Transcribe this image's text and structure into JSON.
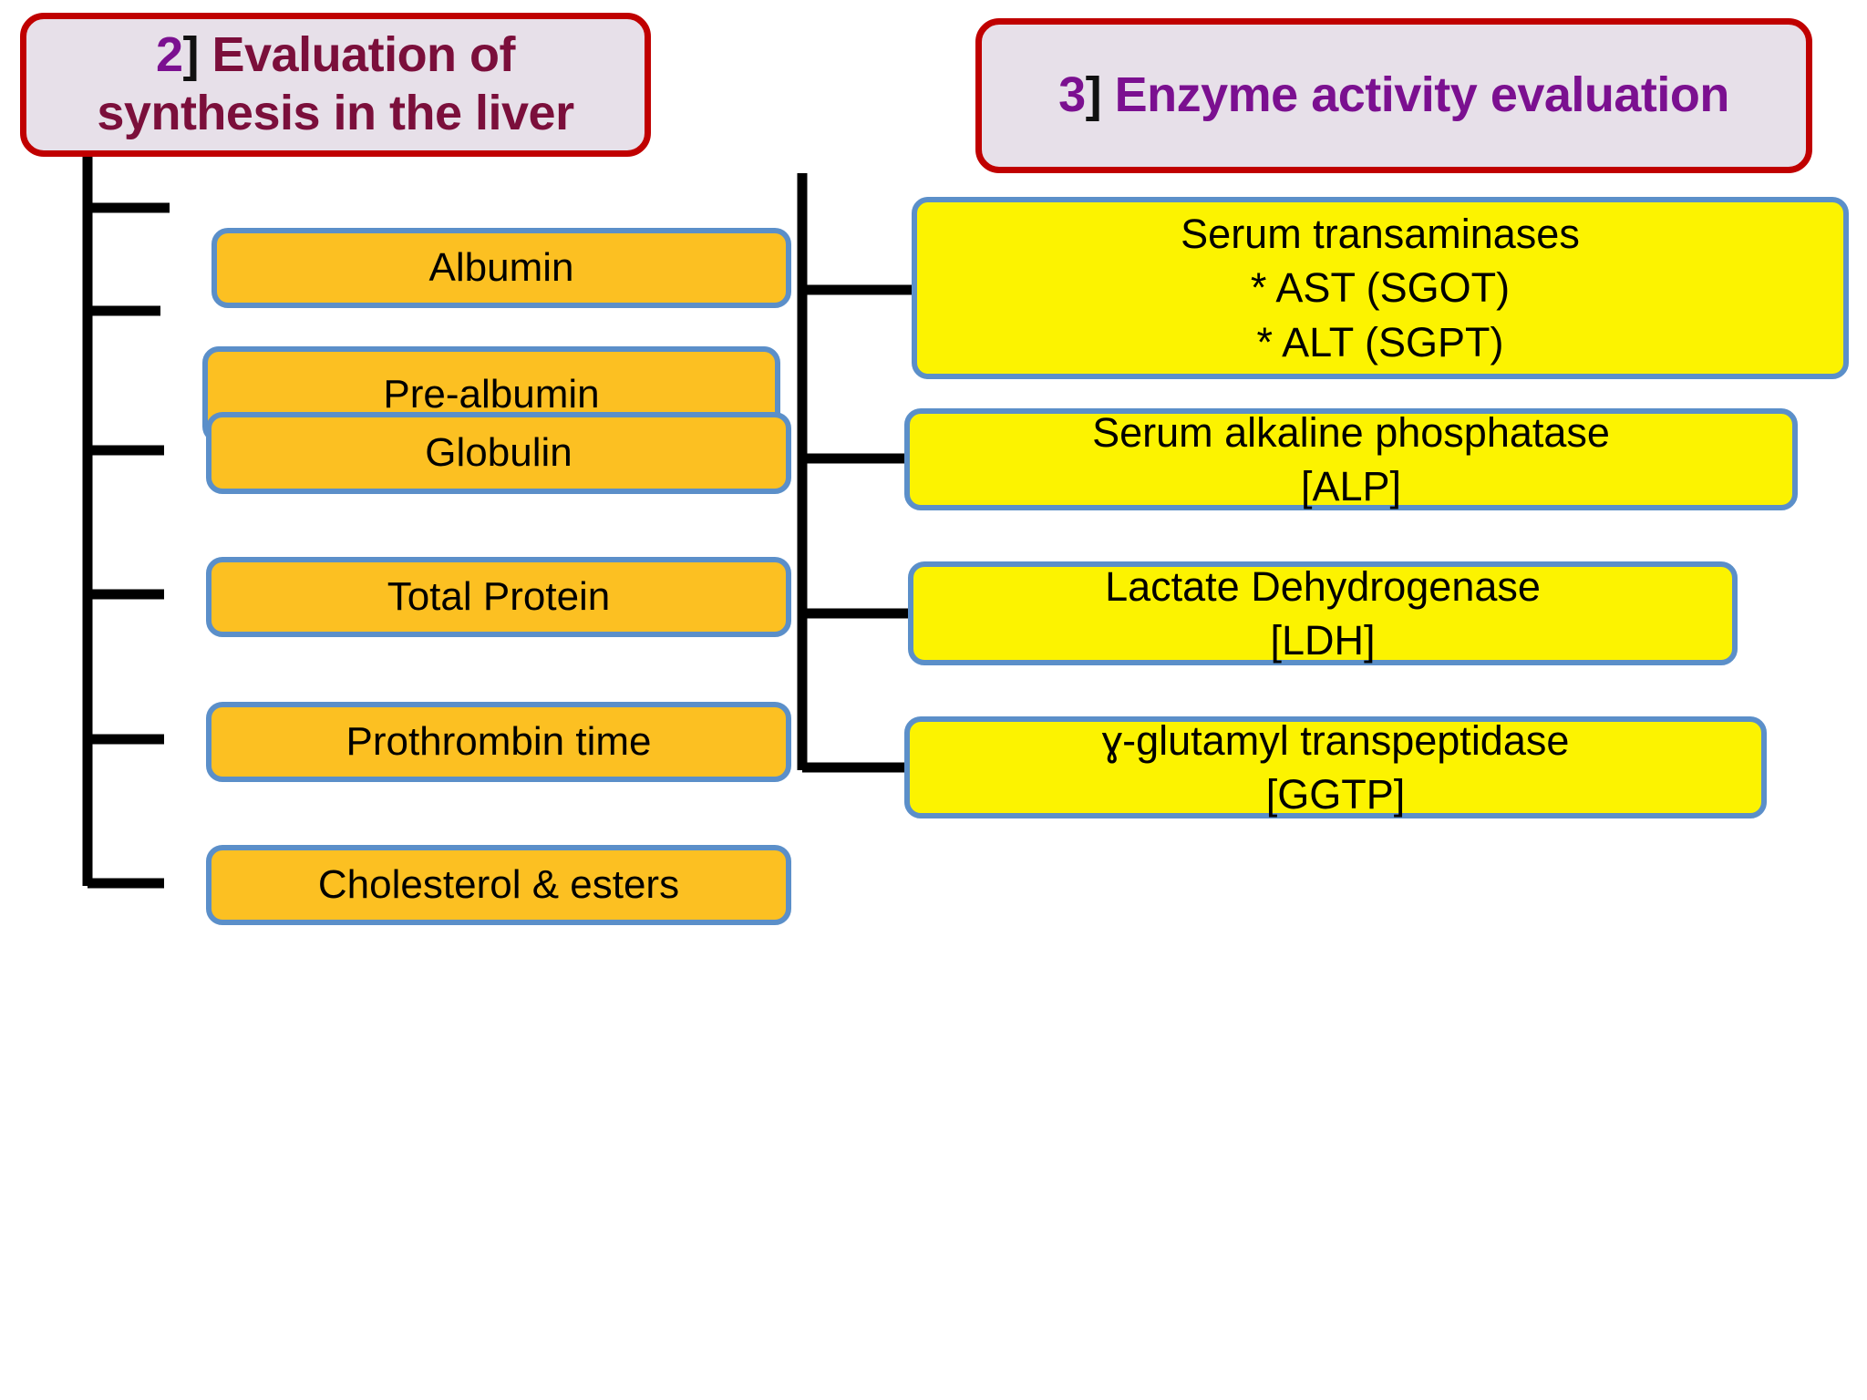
{
  "diagram": {
    "type": "hierarchy-tree",
    "background_color": "#ffffff",
    "accent_colors": {
      "header_border": "#c00000",
      "header_fill": "#e7e0e9",
      "header_text_left": "#7b0f3b",
      "header_text_right": "#7b1090",
      "node_border": "#5b8fc9",
      "node_fill_orange": "#fcc022",
      "node_fill_yellow": "#fcf300",
      "connector": "#000000"
    }
  },
  "branches": [
    {
      "id": "branch-2",
      "header": {
        "number": "2]",
        "title": "Evaluation of synthesis in the liver",
        "line1": "2] Evaluation of synthesis in",
        "line2": "the liver"
      },
      "node_color": "orange",
      "nodes": [
        {
          "id": "albumin",
          "label": "Albumin"
        },
        {
          "id": "pre-albumin",
          "label": "Pre-albumin"
        },
        {
          "id": "globulin",
          "label": "Globulin"
        },
        {
          "id": "total-protein",
          "label": "Total Protein"
        },
        {
          "id": "prothrombin-time",
          "label": "Prothrombin time"
        },
        {
          "id": "cholesterol-esters",
          "label": "Cholesterol & esters"
        }
      ]
    },
    {
      "id": "branch-3",
      "header": {
        "number": "3]",
        "title": "Enzyme activity evaluation",
        "line1": "3] Enzyme activity evaluation",
        "line2": ""
      },
      "node_color": "yellow",
      "nodes": [
        {
          "id": "serum-transaminases",
          "label": "Serum transaminases\n* AST (SGOT)\n* ALT (SGPT)"
        },
        {
          "id": "alkaline-phosphatase",
          "label": "Serum alkaline phosphatase\n[ALP]"
        },
        {
          "id": "lactate-dehydrogenase",
          "label": "Lactate Dehydrogenase\n[LDH]"
        },
        {
          "id": "ggtp",
          "label": "ɣ-glutamyl transpeptidase\n[GGTP]"
        }
      ]
    }
  ]
}
